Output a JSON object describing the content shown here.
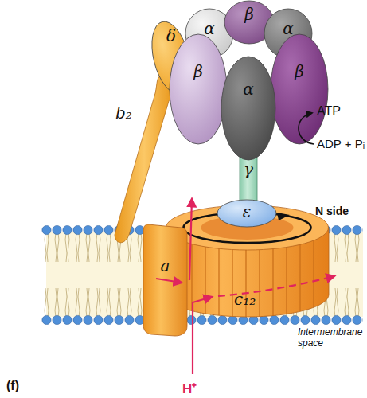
{
  "diagram": {
    "caption": "(f)",
    "nodes": [
      {
        "text": [
          "α"
        ]
      },
      {
        "text": [
          "β"
        ]
      },
      {
        "text": [
          "α"
        ]
      },
      {
        "text": [
          "β"
        ]
      },
      {
        "text": [
          "α"
        ]
      },
      {
        "text": [
          "β"
        ]
      },
      {
        "text": [
          "δ"
        ]
      },
      {
        "text": [
          "b₂"
        ]
      },
      {
        "text": [
          "γ"
        ]
      },
      {
        "text": [
          "ε"
        ]
      },
      {
        "text": [
          "a"
        ]
      },
      {
        "text": [
          "c₁₂"
        ]
      }
    ],
    "labels": [
      "ATP",
      "ADP + Pᵢ",
      "N side",
      "Intermembrane space",
      "H⁺"
    ]
  }
}
